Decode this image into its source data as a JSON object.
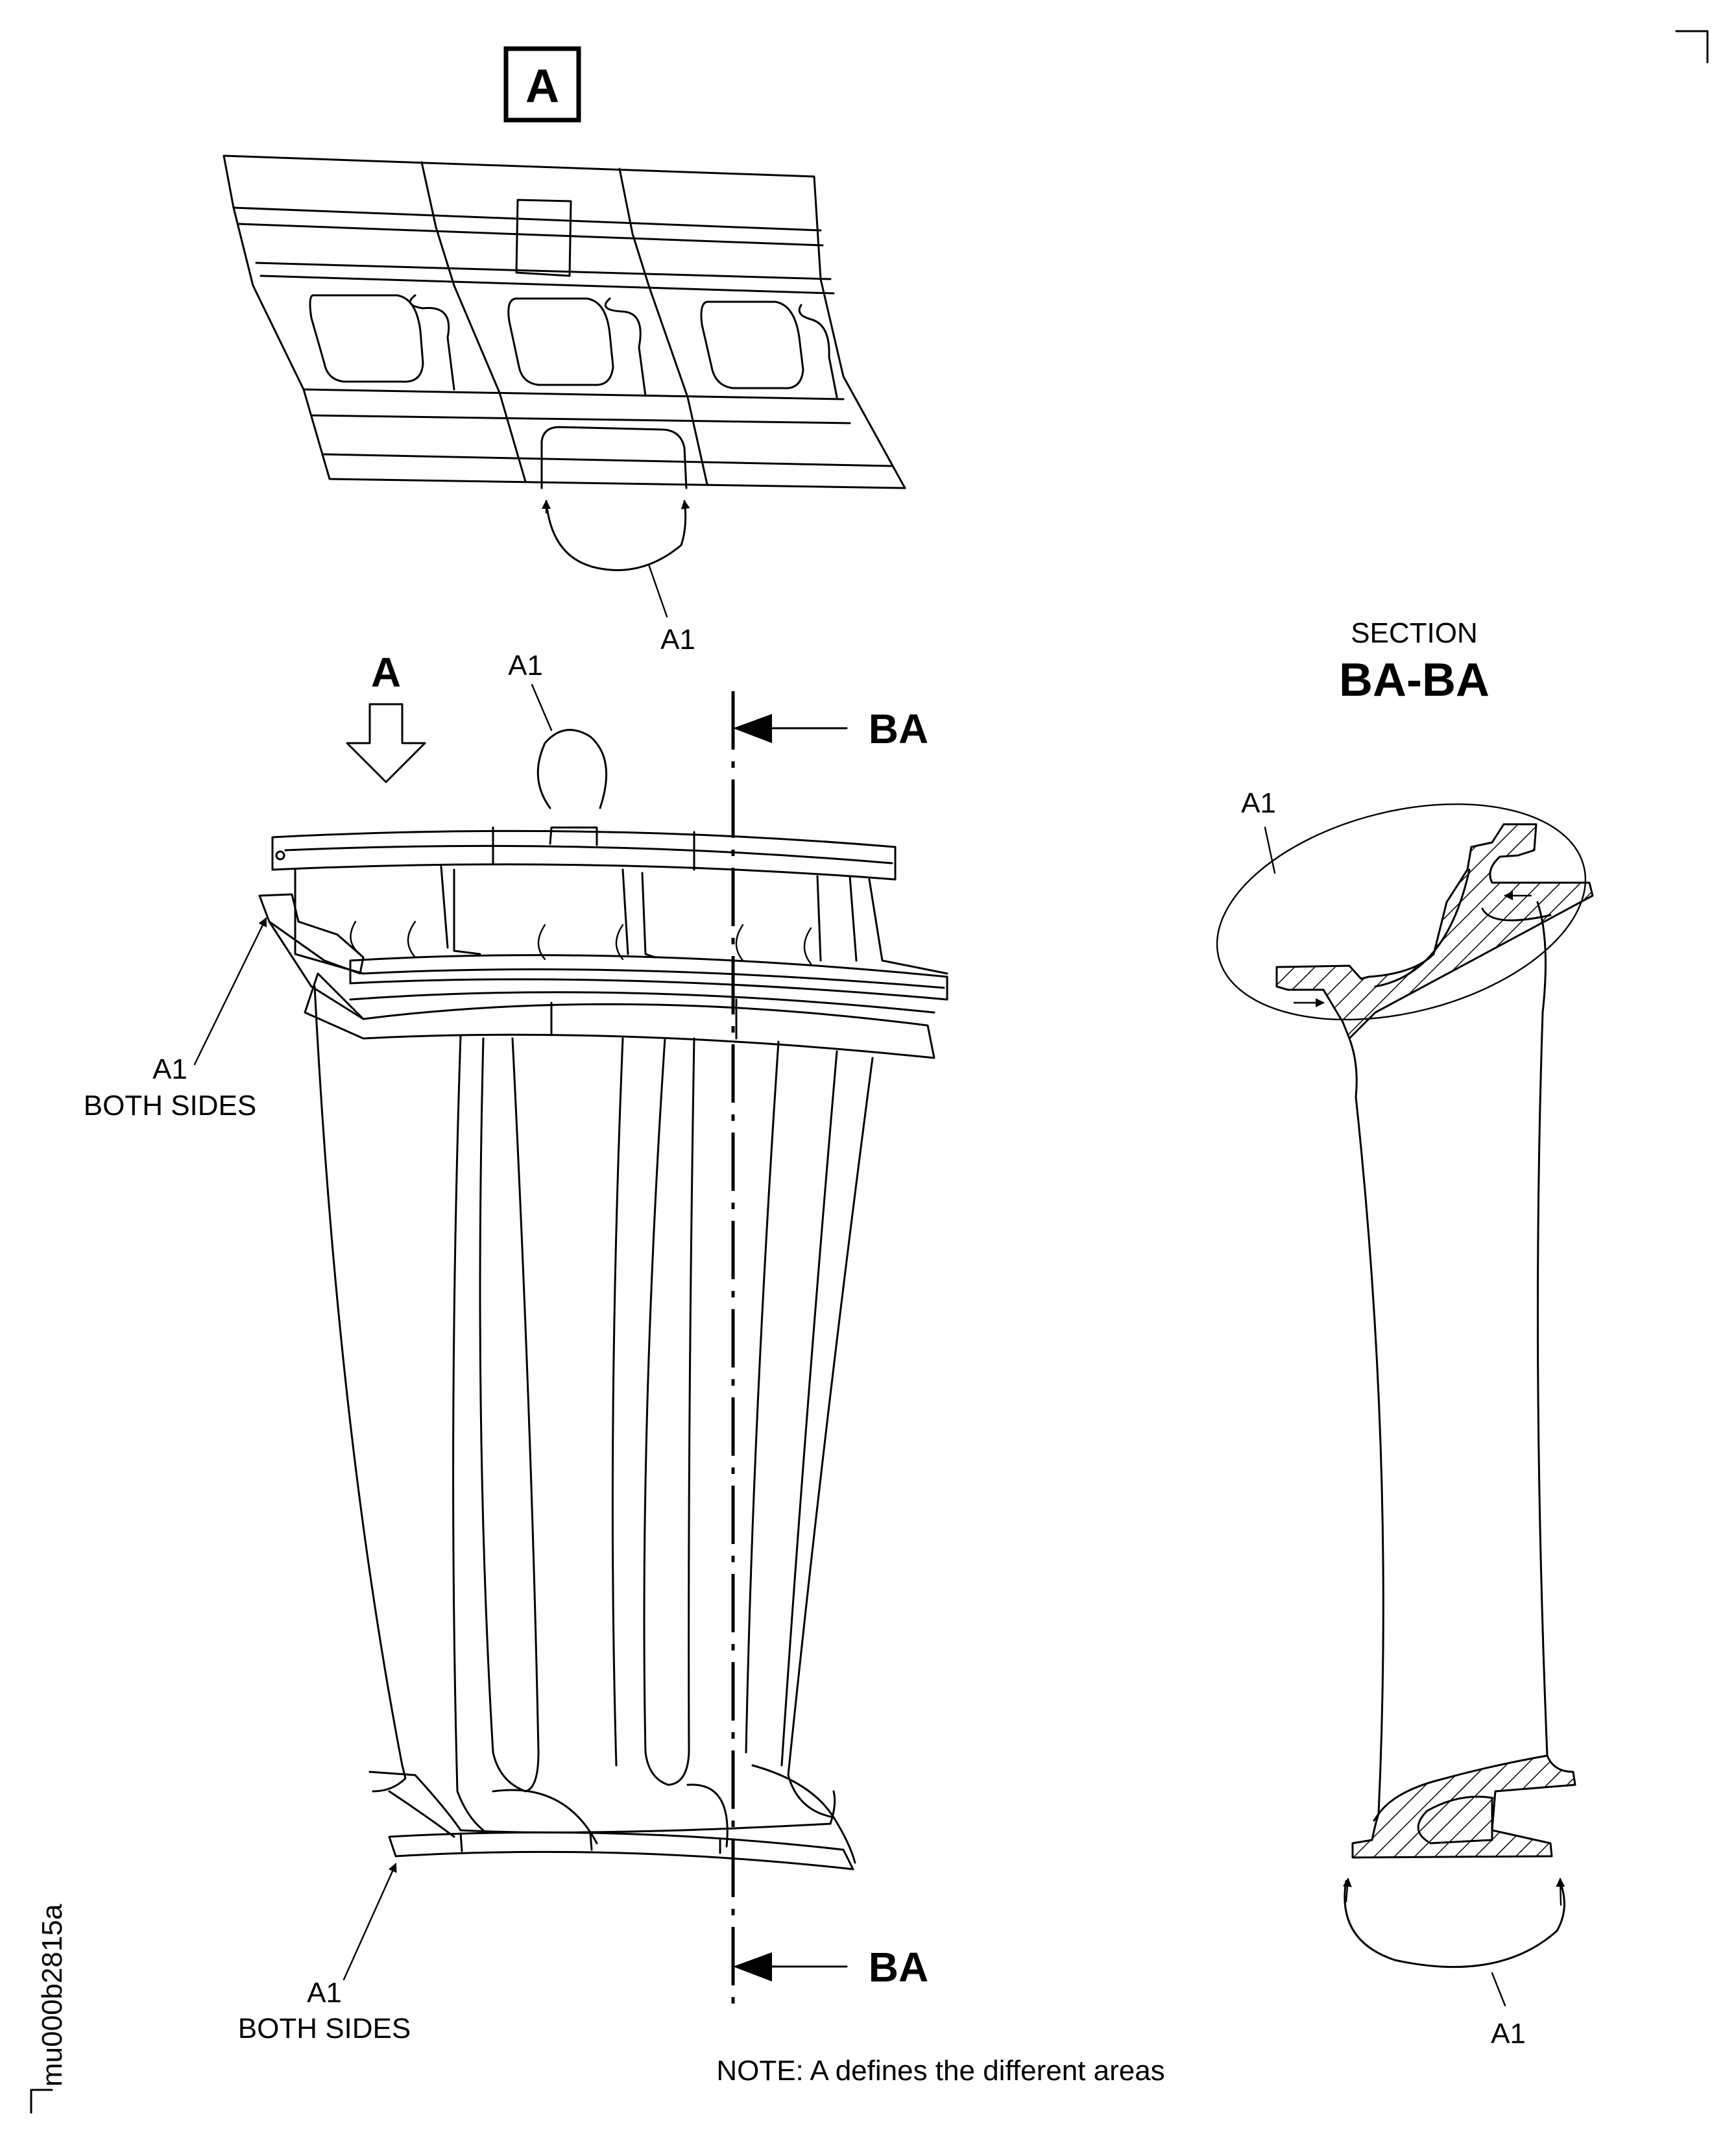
{
  "view_a": {
    "box_label": "A",
    "area_label": "A1"
  },
  "main_view": {
    "view_arrow_label": "A",
    "top_area_label": "A1",
    "left_flange_label": "A1",
    "left_flange_note": "BOTH SIDES",
    "bottom_flange_label": "A1",
    "bottom_flange_note": "BOTH SIDES",
    "cut_top_label": "BA",
    "cut_bottom_label": "BA"
  },
  "section_view": {
    "heading": "SECTION",
    "name": "BA-BA",
    "top_area_label": "A1",
    "bottom_area_label": "A1"
  },
  "note": "NOTE:  A defines the different areas",
  "figure_id": "mu000b2815a"
}
